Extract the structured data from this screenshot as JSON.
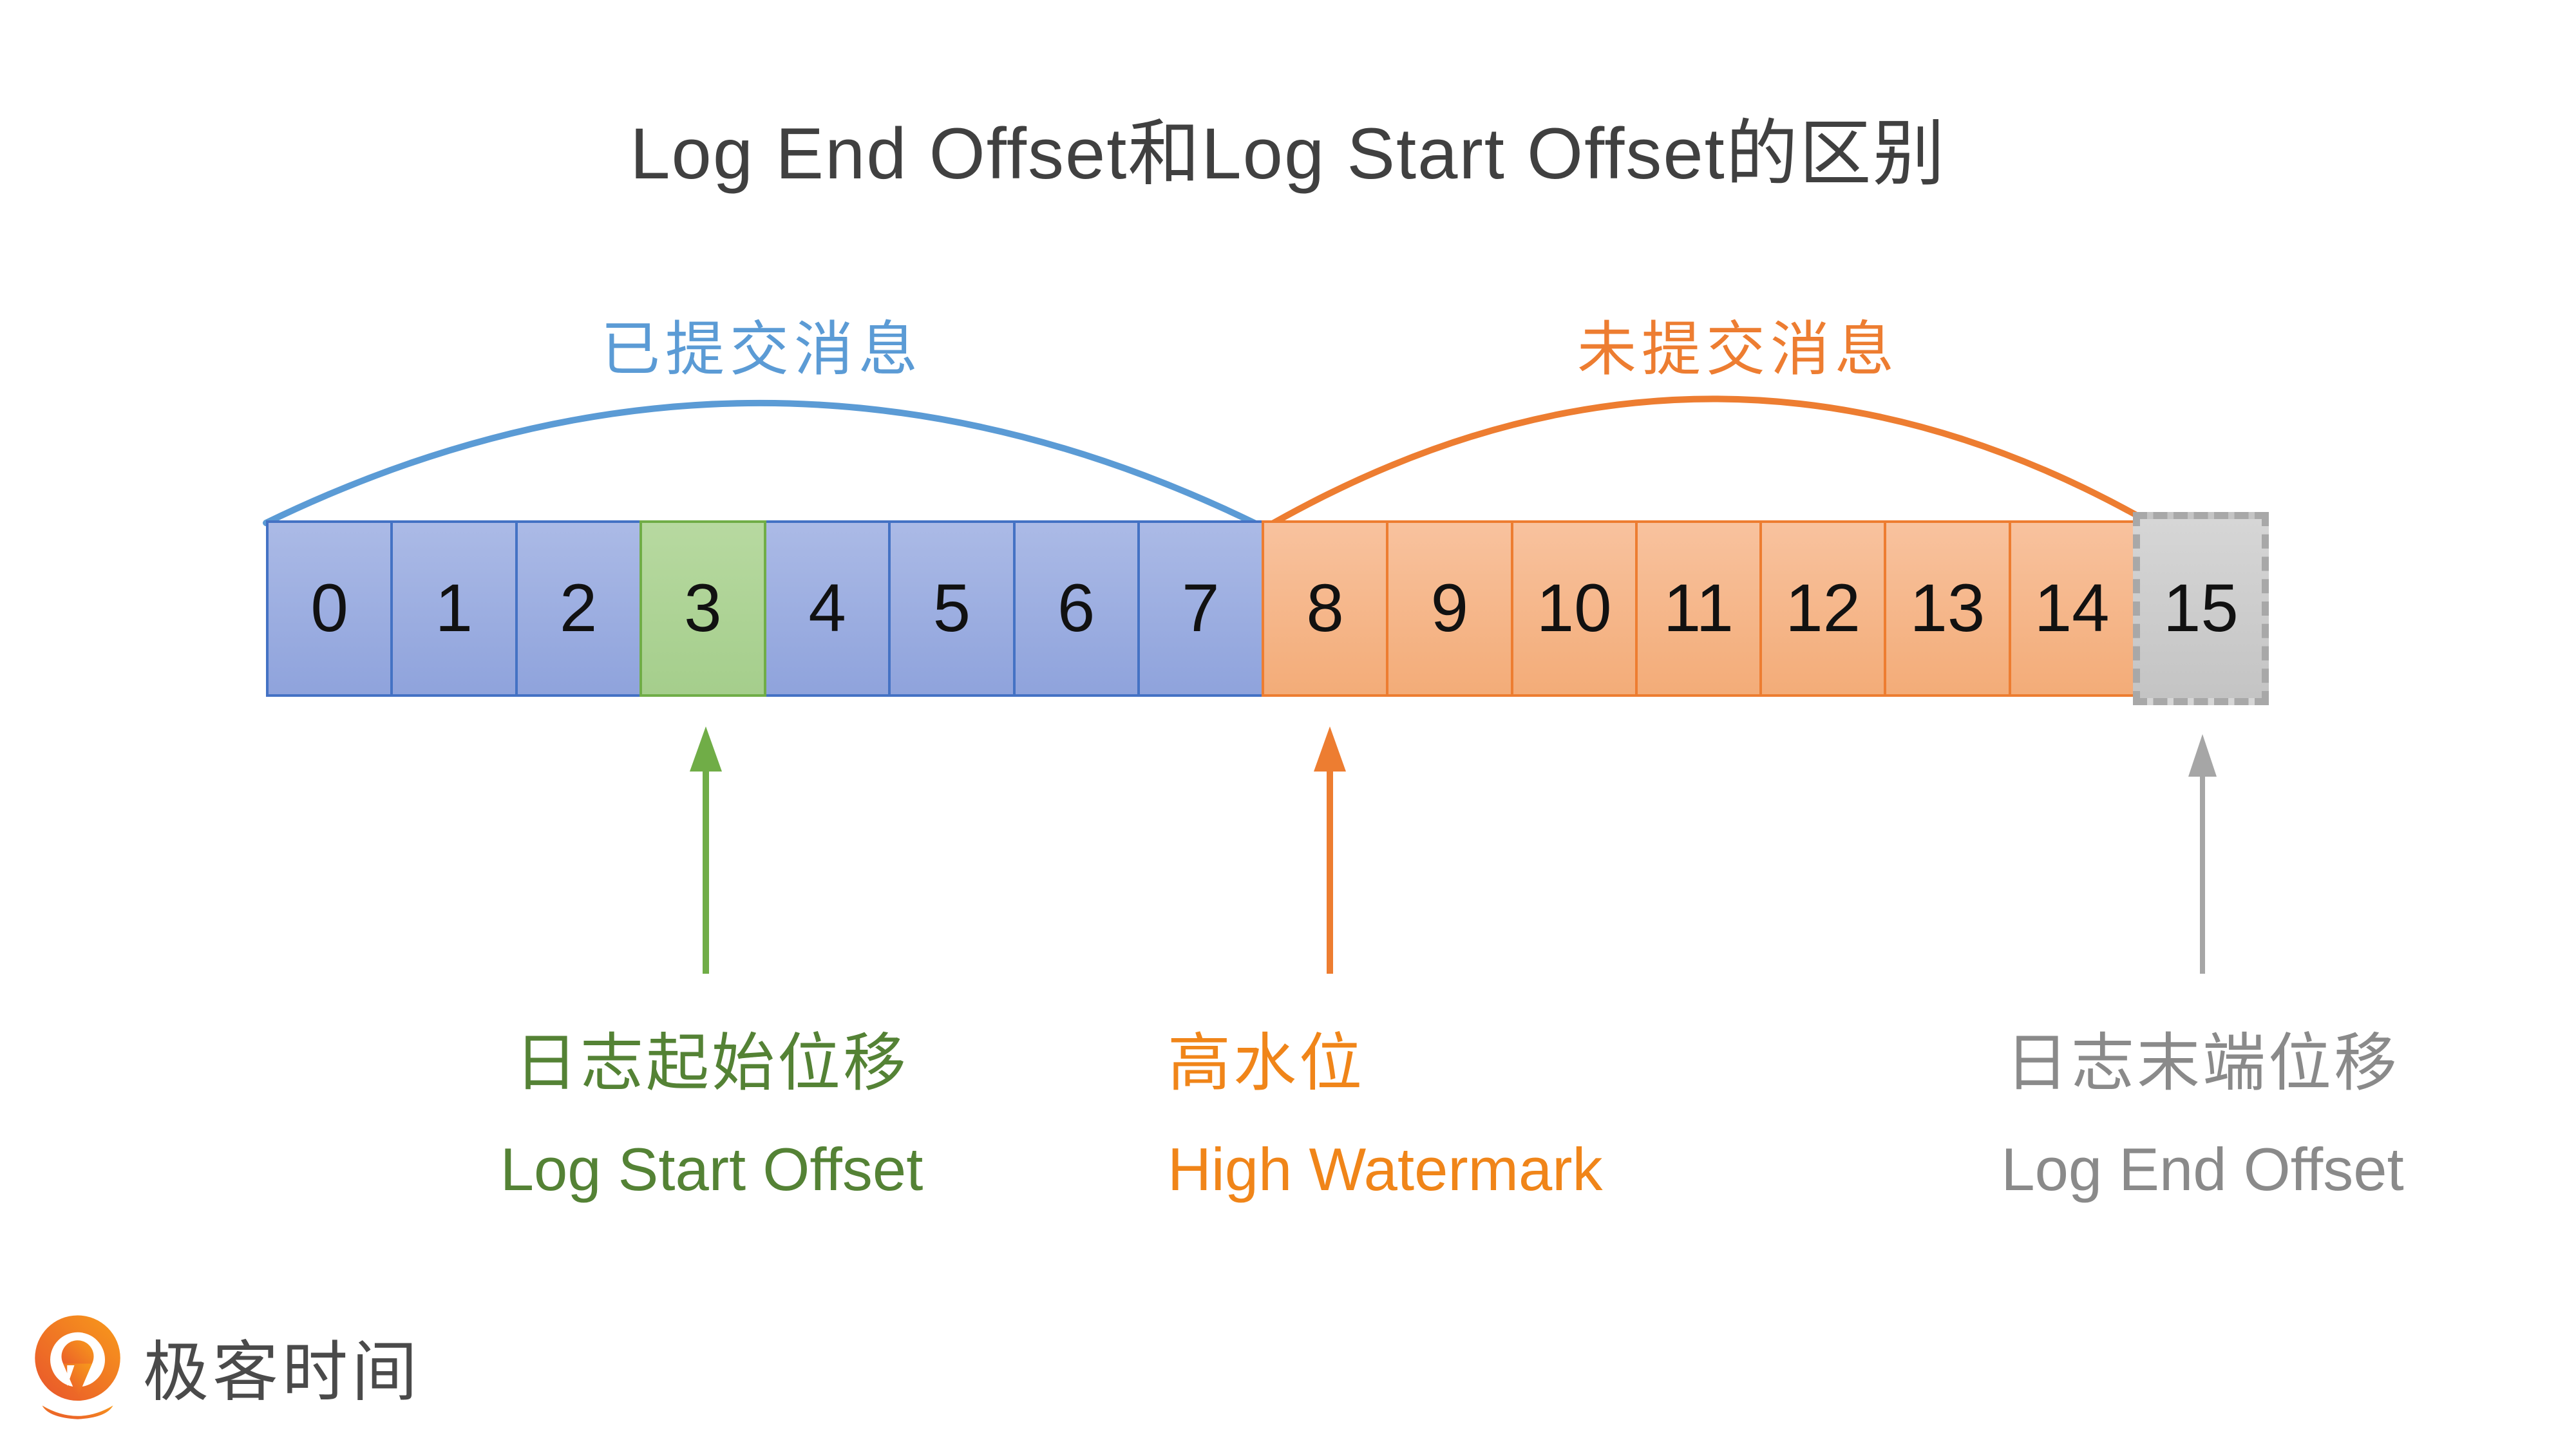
{
  "title": "Log End Offset和Log Start Offset的区别",
  "brackets": {
    "committed": {
      "label": "已提交消息"
    },
    "uncommitted": {
      "label": "未提交消息"
    }
  },
  "cells": [
    {
      "value": "0",
      "type": "blue"
    },
    {
      "value": "1",
      "type": "blue"
    },
    {
      "value": "2",
      "type": "blue"
    },
    {
      "value": "3",
      "type": "green"
    },
    {
      "value": "4",
      "type": "blue"
    },
    {
      "value": "5",
      "type": "blue"
    },
    {
      "value": "6",
      "type": "blue"
    },
    {
      "value": "7",
      "type": "blue"
    },
    {
      "value": "8",
      "type": "orange"
    },
    {
      "value": "9",
      "type": "orange"
    },
    {
      "value": "10",
      "type": "orange"
    },
    {
      "value": "11",
      "type": "orange"
    },
    {
      "value": "12",
      "type": "orange"
    },
    {
      "value": "13",
      "type": "orange"
    },
    {
      "value": "14",
      "type": "orange"
    },
    {
      "value": "15",
      "type": "gray"
    }
  ],
  "pointers": {
    "log_start": {
      "zh": "日志起始位移",
      "en": "Log Start Offset",
      "cell": "3"
    },
    "high_watermark": {
      "zh": "高水位",
      "en": "High Watermark",
      "cell": "8"
    },
    "log_end": {
      "zh": "日志末端位移",
      "en": "Log End Offset",
      "cell": "15"
    }
  },
  "logo": {
    "text": "极客时间"
  },
  "colors": {
    "title": "#404040",
    "num": "#111111",
    "blue": "#5B9BD5",
    "orange": "#ED7D31",
    "blue_border": "#4472C4",
    "blue_top": "#ABBAE6",
    "blue_bot": "#8FA3DC",
    "green_border": "#70AD47",
    "green_top": "#B7D9A0",
    "green_bot": "#A5CE8C",
    "orange_border": "#ED7D31",
    "orange_top": "#F8C29E",
    "orange_bot": "#F3AC78",
    "gray_border": "#A8A8A8",
    "gray_top": "#D6D6D6",
    "gray_bot": "#C4C4C4",
    "green_arrow": "#70AD47",
    "gray_arrow": "#A6A6A6",
    "green_text": "#548235",
    "orange_text": "#F08519",
    "gray_text": "#8A8A8A",
    "logo_text": "#4A4A4A",
    "logo_grad1": "#E8542C",
    "logo_grad2": "#F89B1B"
  }
}
